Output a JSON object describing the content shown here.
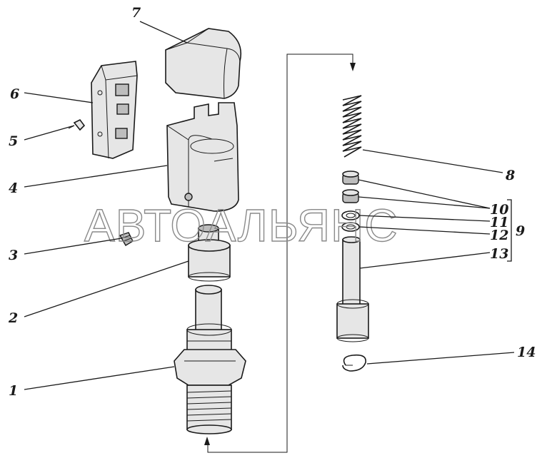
{
  "watermark": "АВТОАЛЬЯНС",
  "callouts": {
    "n1": "1",
    "n2": "2",
    "n3": "3",
    "n4": "4",
    "n5": "5",
    "n6": "6",
    "n7": "7",
    "n8": "8",
    "n9": "9",
    "n10": "10",
    "n11": "11",
    "n12": "12",
    "n13": "13",
    "n14": "14"
  },
  "icons": {
    "arrow": "arrow-up-icon"
  }
}
